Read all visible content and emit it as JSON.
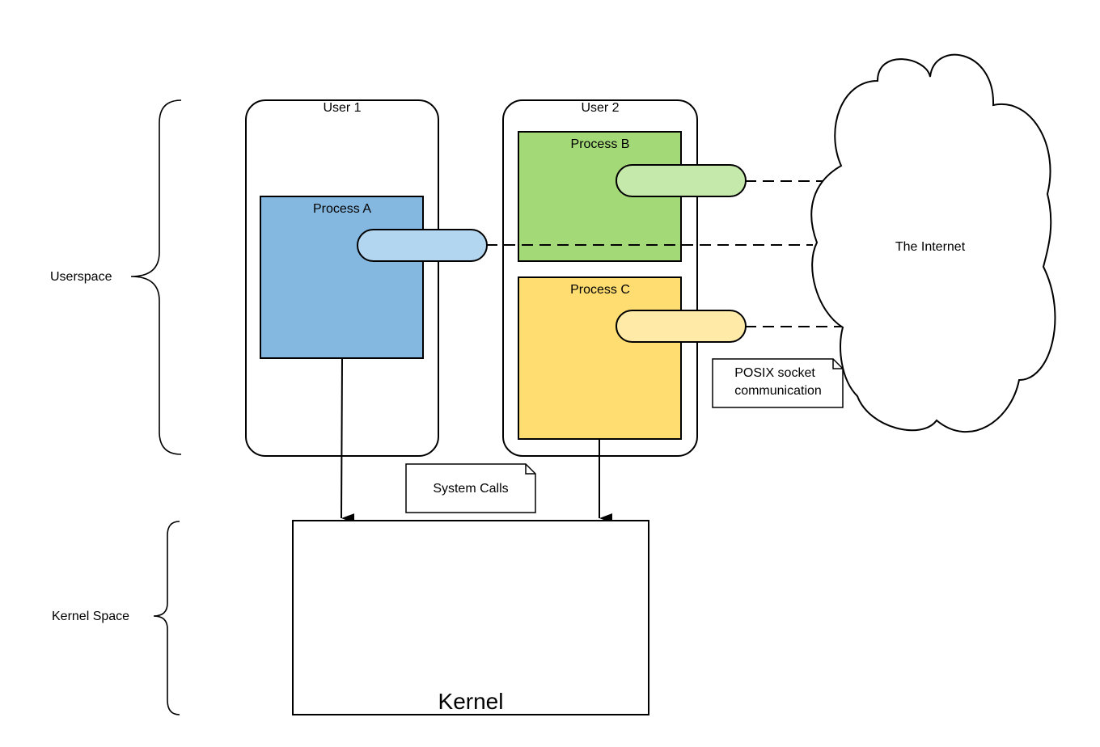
{
  "labels": {
    "userspace": "Userspace",
    "kernel_space": "Kernel Space",
    "user1": "User 1",
    "user2": "User 2",
    "process_a": "Process A",
    "process_b": "Process B",
    "process_c": "Process C",
    "internet": "The Internet",
    "posix_note_line1": "POSIX socket",
    "posix_note_line2": "communication",
    "syscalls_note": "System Calls",
    "kernel": "Kernel"
  },
  "colors": {
    "process_a": "#85b8e0",
    "socket_a": "#b2d6f0",
    "process_b": "#a3d977",
    "socket_b": "#c5e8ab",
    "process_c": "#ffdd71",
    "socket_c": "#ffeaa7",
    "stroke": "#000000",
    "background": "#ffffff"
  }
}
